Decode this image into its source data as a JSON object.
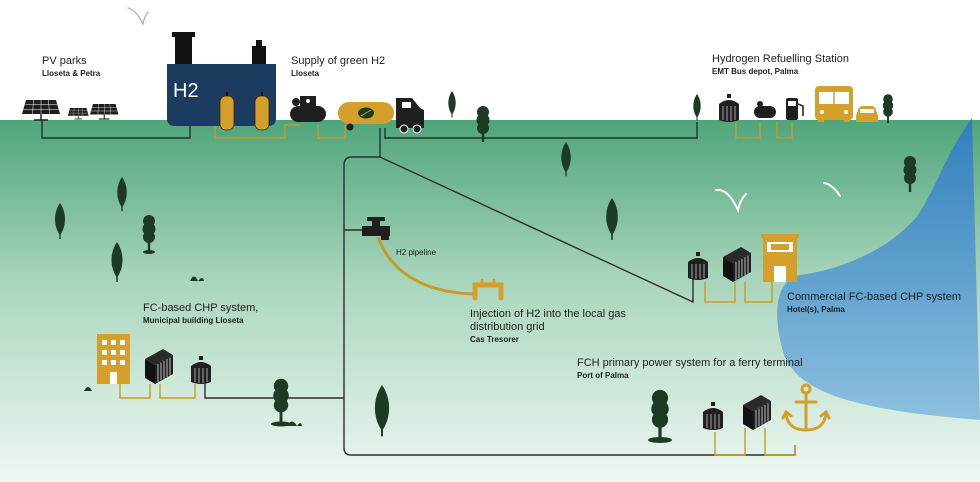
{
  "labels": {
    "pv_parks": {
      "title": "PV parks",
      "subtitle": "Lloseta & Petra"
    },
    "supply": {
      "title": "Supply of green H2",
      "subtitle": "Lloseta"
    },
    "hrs": {
      "title": "Hydrogen Refuelling Station",
      "subtitle": "EMT Bus depot, Palma"
    },
    "fc_chp": {
      "title": "FC-based CHP system,",
      "subtitle": "Municipal building Lloseta"
    },
    "injection": {
      "title1": "Injection of H2 into the local gas",
      "title2": "distribution grid",
      "subtitle": "Cas Tresorer"
    },
    "commercial": {
      "title": "Commercial FC-based CHP system",
      "subtitle": "Hotel(s), Palma"
    },
    "ferry": {
      "title": "FCH primary power system for a ferry terminal",
      "subtitle": "Port of Palma"
    },
    "pipeline": "H2 pipeline",
    "h2_plant": "H2"
  },
  "colors": {
    "ground_top": "#52a87c",
    "ground_bottom": "#e9f4ee",
    "sea": "#5a9ec9",
    "plant": "#1c3b61",
    "line_dark": "#2d2d2d",
    "line_gold": "#c99a26",
    "fill_gold": "#d49f2a",
    "tree": "#1e3a25"
  },
  "icons": [
    "solar-panel-icon",
    "h2-plant-icon",
    "storage-tank-icon",
    "compressor-icon",
    "tube-trailer-icon",
    "truck-icon",
    "gas-valve-icon",
    "fuel-pump-icon",
    "bus-icon",
    "car-icon",
    "building-icon",
    "fuel-cell-stack-icon",
    "hotel-icon",
    "anchor-icon",
    "tree-icon",
    "bird-icon"
  ]
}
